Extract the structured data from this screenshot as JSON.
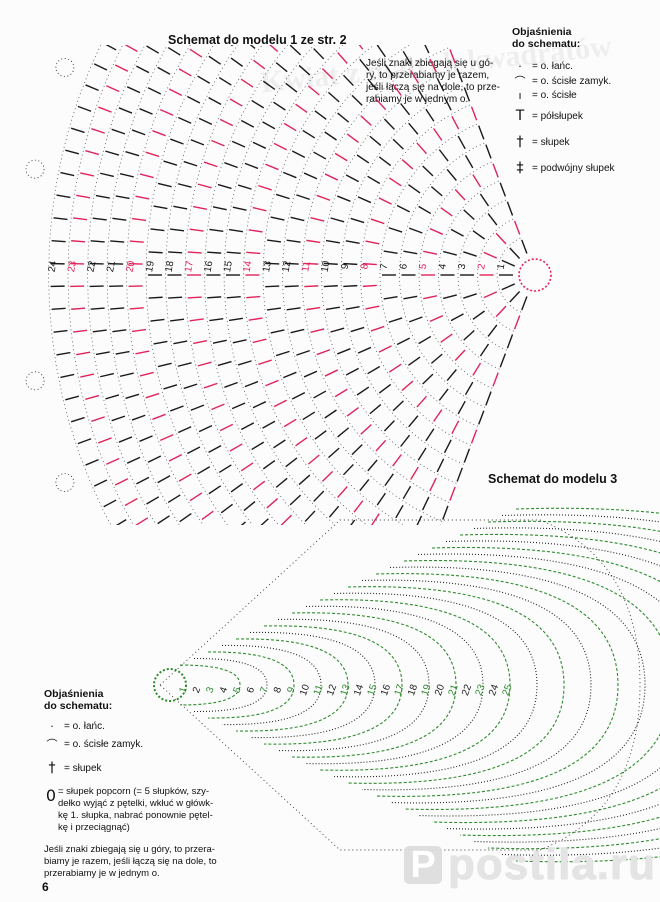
{
  "header": {
    "watermark_text": "Kwiat z małych kwadratów"
  },
  "diagram1": {
    "title": "Schemat do modelu 1 ze str. 2",
    "note_lines": [
      "Jeśli znaki zbiegają się u gó-",
      "ry, to przerabiamy je razem,",
      "jeśli łączą się na dole, to prze-",
      "rabiamy je w jednym o."
    ],
    "row_numbers": [
      "1",
      "2",
      "3",
      "4",
      "5",
      "6",
      "7",
      "8",
      "9",
      "10",
      "11",
      "12",
      "13",
      "14",
      "15",
      "16",
      "17",
      "18",
      "19",
      "20",
      "21",
      "22",
      "23",
      "24"
    ]
  },
  "legend_top": {
    "title_lines": [
      "Objaśnienia",
      "do schematu:"
    ],
    "items": [
      {
        "icon": "chain-icon",
        "label": "= o. łańc."
      },
      {
        "icon": "slip-stitch-icon",
        "label": "= o. ścisłe zamyk."
      },
      {
        "icon": "single-crochet-icon",
        "label": "= o. ścisłe"
      },
      {
        "icon": "half-double-icon",
        "label": "= półsłupek"
      },
      {
        "icon": "double-crochet-icon",
        "label": "= słupek"
      },
      {
        "icon": "treble-crochet-icon",
        "label": "= podwójny słupek"
      }
    ]
  },
  "diagram3": {
    "title": "Schemat do modelu 3",
    "row_numbers": [
      "1",
      "2",
      "3",
      "4",
      "5",
      "6",
      "7",
      "8",
      "9",
      "10",
      "11",
      "12",
      "13",
      "14",
      "15",
      "16",
      "17",
      "18",
      "19",
      "20",
      "21",
      "22",
      "23",
      "24",
      "25"
    ]
  },
  "legend_bottom": {
    "title_lines": [
      "Objaśnienia",
      "do schematu:"
    ],
    "items": [
      {
        "icon": "chain-icon",
        "label": "= o. łańc."
      },
      {
        "icon": "slip-stitch-icon",
        "label": "= o. ścisłe zamyk."
      },
      {
        "icon": "double-crochet-icon",
        "label": "= słupek"
      }
    ],
    "popcorn_lines": [
      "= słupek popcorn (= 5 słupków, szy-",
      "dełko wyjąć z pętelki, wkłuć w główk-",
      "kę 1. słupka, nabrać ponownie pętel-",
      "kę i przeciągnąć)"
    ],
    "note_lines": [
      "Jeśli znaki zbiegają się u góry, to przera-",
      "biamy je razem, jeśli łączą się na dole, to",
      "przerabiamy je w jednym o."
    ]
  },
  "footer": {
    "page_number": "6",
    "site_watermark": "postila.ru"
  },
  "colors": {
    "red": "#e0245a",
    "black": "#1a1a1a",
    "green": "#2e8b2e",
    "dark": "#222222"
  }
}
